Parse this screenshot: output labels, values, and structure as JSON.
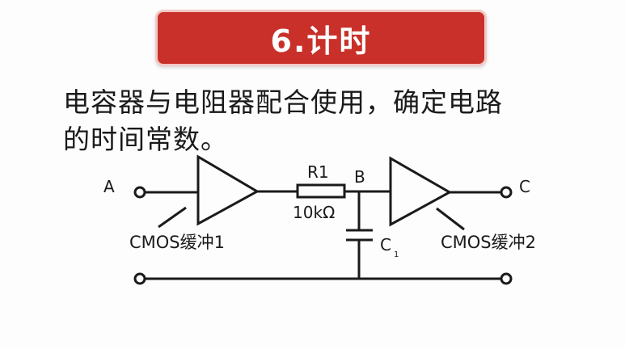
{
  "title": "6.计时",
  "body": {
    "line1": "电容器与电阻器配合使用，确定电路",
    "line2": "的时间常数。"
  },
  "diagram": {
    "node_a": "A",
    "node_b": "B",
    "node_c": "C",
    "resistor_name": "R1",
    "resistor_value": "10kΩ",
    "capacitor_name": "C",
    "capacitor_subscript": "1",
    "buffer1_label": "CMOS缓冲1",
    "buffer2_label": "CMOS缓冲2"
  }
}
